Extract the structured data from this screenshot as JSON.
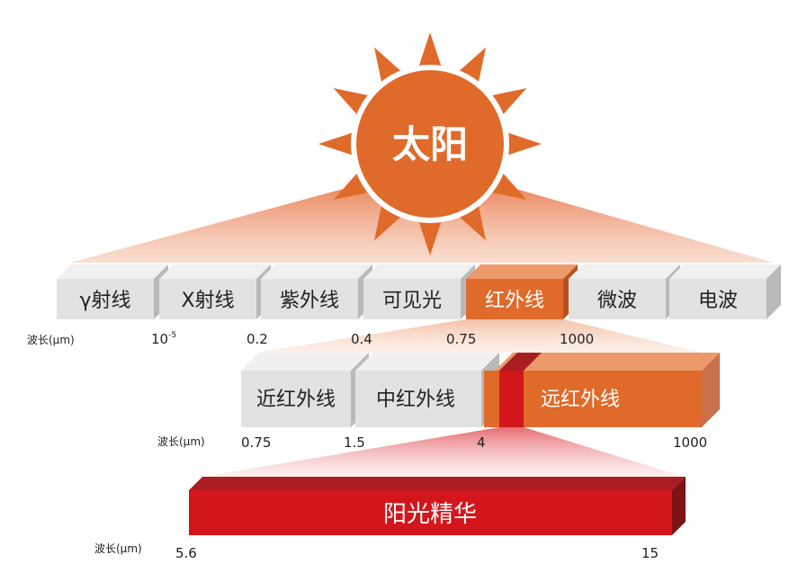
{
  "sun": {
    "label": "太阳"
  },
  "spectrum": {
    "bands": [
      "γ射线",
      "X射线",
      "紫外线",
      "可见光",
      "红外线",
      "微波",
      "电波"
    ],
    "wavelength_label": "波长(μm)",
    "ticks": [
      "10",
      "0.2",
      "0.4",
      "0.75",
      "1000"
    ],
    "tick_exponent": "-5"
  },
  "infrared": {
    "bands": [
      "近红外线",
      "中红外线",
      "远红外线"
    ],
    "wavelength_label": "波长(μm)",
    "ticks": [
      "0.75",
      "1.5",
      "4",
      "1000"
    ]
  },
  "essence": {
    "label": "阳光精华",
    "wavelength_label": "波长(μm)",
    "ticks": [
      "5.6",
      "15"
    ]
  },
  "colors": {
    "orange": "#e06a2a",
    "red": "#d3161b",
    "grey": "#e2e2e2"
  }
}
